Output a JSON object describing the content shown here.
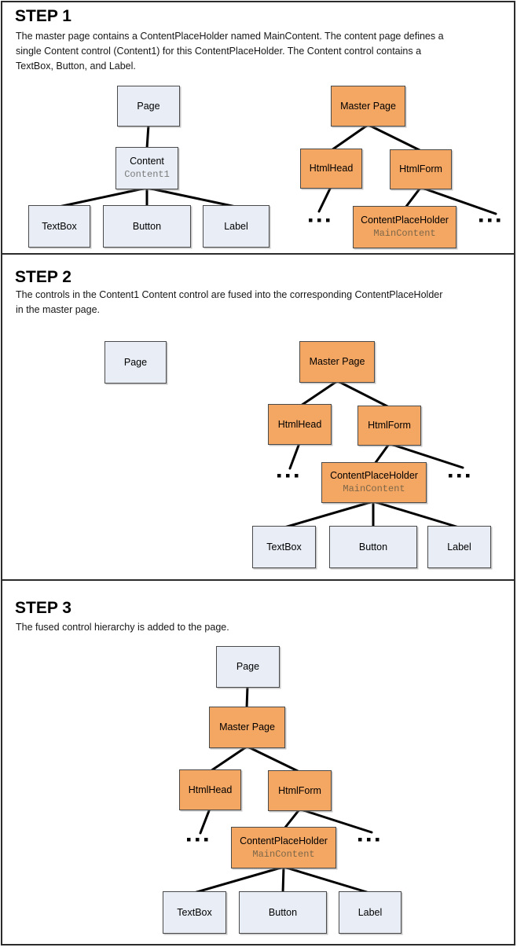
{
  "colors": {
    "content_node_fill": "#E8EDF6",
    "master_node_fill": "#F4A663",
    "node_border": "#4a4a4a",
    "connector": "#000000",
    "panel_border": "#2b2b2b",
    "sublabel_gray": "#7b7b7b",
    "sublabel_brown": "#7c6748"
  },
  "panels": [
    {
      "step": "STEP 1",
      "description_lines": [
        "The master page contains a ContentPlaceHolder named MainContent. The content page defines a",
        "single Content control (Content1) for this ContentPlaceHolder. The Content control contains a",
        "TextBox, Button, and Label."
      ],
      "nodes": {
        "page": {
          "label": "Page"
        },
        "content": {
          "label": "Content",
          "sublabel": "Content1"
        },
        "textbox": {
          "label": "TextBox"
        },
        "button": {
          "label": "Button"
        },
        "label": {
          "label": "Label"
        },
        "master": {
          "label": "Master Page"
        },
        "htmlhead": {
          "label": "HtmlHead"
        },
        "htmlform": {
          "label": "HtmlForm"
        },
        "contentplaceholder": {
          "label": "ContentPlaceHolder",
          "sublabel": "MainContent"
        },
        "ellipsis_left": "...",
        "ellipsis_right": "..."
      }
    },
    {
      "step": "STEP 2",
      "description_lines": [
        "The controls in the Content1 Content control are fused into the corresponding ContentPlaceHolder",
        "in the master page."
      ],
      "nodes": {
        "page": {
          "label": "Page"
        },
        "master": {
          "label": "Master Page"
        },
        "htmlhead": {
          "label": "HtmlHead"
        },
        "htmlform": {
          "label": "HtmlForm"
        },
        "contentplaceholder": {
          "label": "ContentPlaceHolder",
          "sublabel": "MainContent"
        },
        "textbox": {
          "label": "TextBox"
        },
        "button": {
          "label": "Button"
        },
        "label": {
          "label": "Label"
        },
        "ellipsis_left": "...",
        "ellipsis_right": "..."
      }
    },
    {
      "step": "STEP 3",
      "description_lines": [
        "The fused control hierarchy is added to the page."
      ],
      "nodes": {
        "page": {
          "label": "Page"
        },
        "master": {
          "label": "Master Page"
        },
        "htmlhead": {
          "label": "HtmlHead"
        },
        "htmlform": {
          "label": "HtmlForm"
        },
        "contentplaceholder": {
          "label": "ContentPlaceHolder",
          "sublabel": "MainContent"
        },
        "textbox": {
          "label": "TextBox"
        },
        "button": {
          "label": "Button"
        },
        "label": {
          "label": "Label"
        },
        "ellipsis_left": "...",
        "ellipsis_right": "..."
      }
    }
  ]
}
